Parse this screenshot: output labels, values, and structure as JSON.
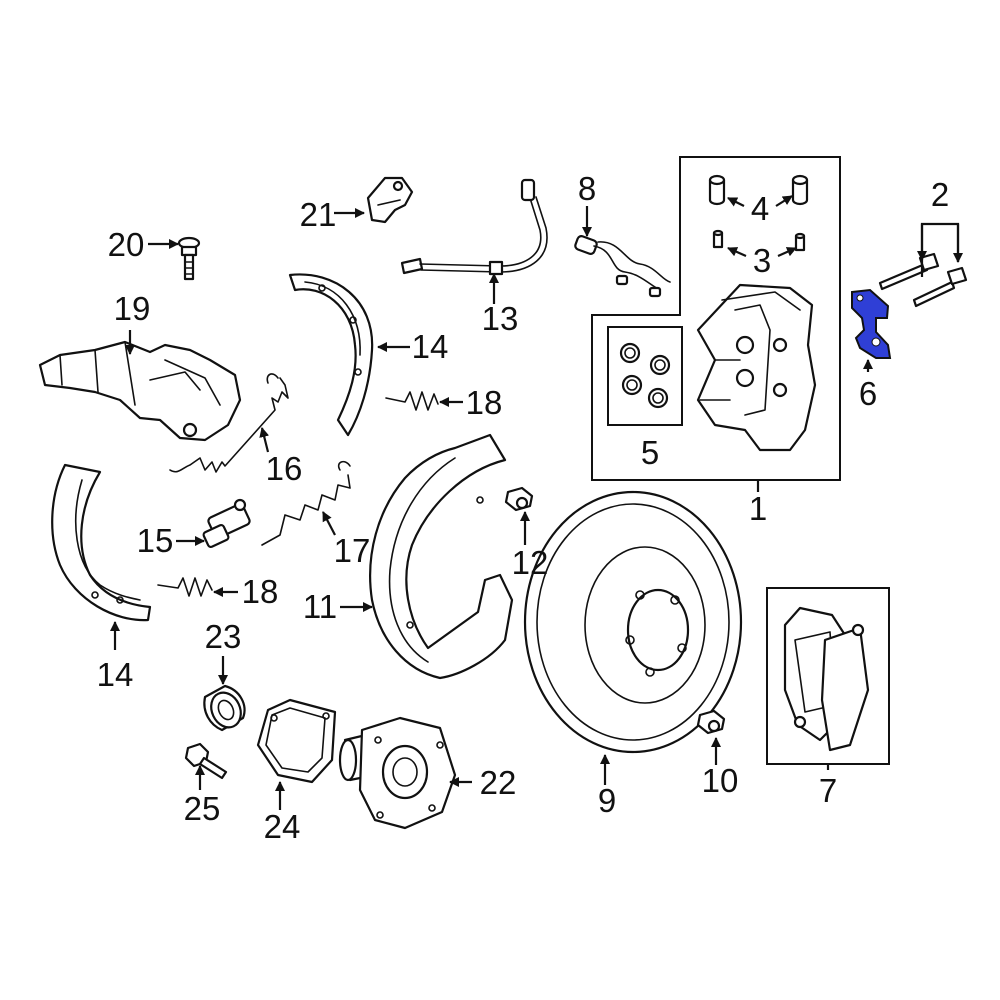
{
  "callouts": {
    "c1": "1",
    "c2": "2",
    "c3": "3",
    "c4": "4",
    "c5": "5",
    "c6": "6",
    "c7": "7",
    "c8": "8",
    "c9": "9",
    "c10": "10",
    "c11": "11",
    "c12": "12",
    "c13": "13",
    "c14a": "14",
    "c14b": "14",
    "c15": "15",
    "c16": "16",
    "c17": "17",
    "c18a": "18",
    "c18b": "18",
    "c19": "19",
    "c20": "20",
    "c21": "21",
    "c22": "22",
    "c23": "23",
    "c24": "24",
    "c25": "25"
  },
  "colors": {
    "highlight": "#2f3fd6",
    "line": "#111111",
    "background": "#ffffff"
  }
}
